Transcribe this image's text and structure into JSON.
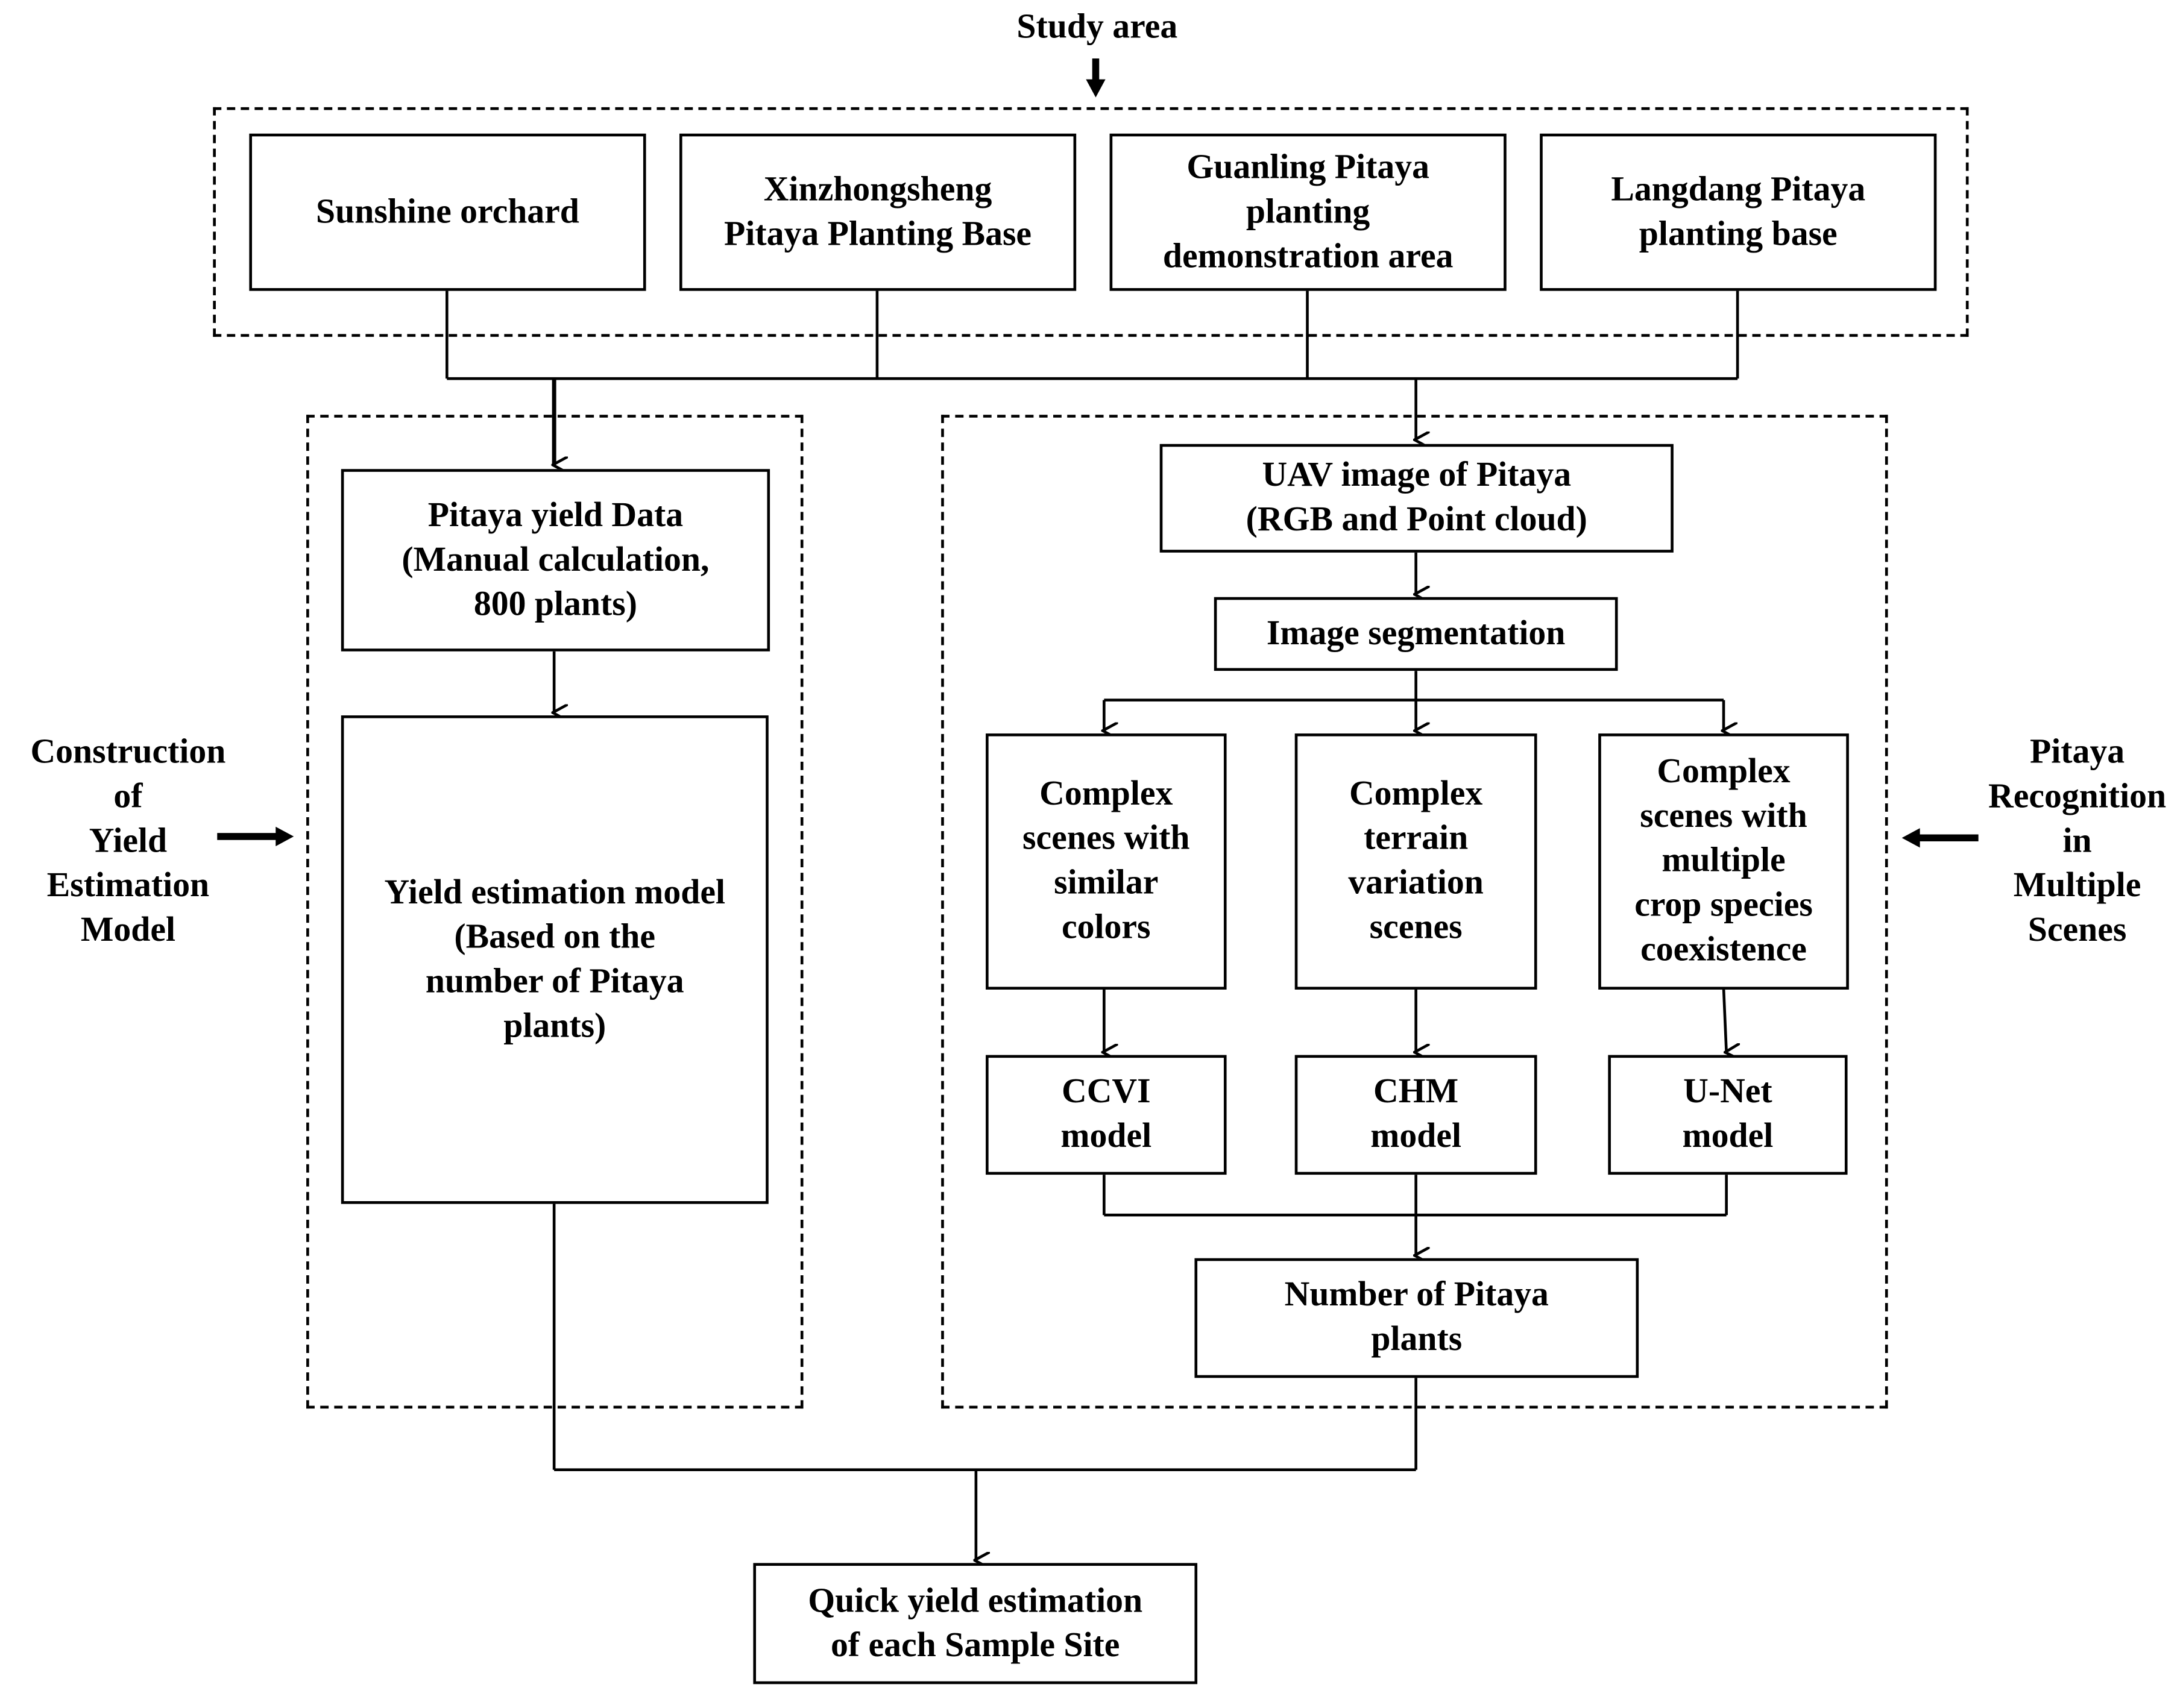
{
  "title": "Study area",
  "study_sites": [
    "Sunshine orchard",
    "Xinzhongsheng\nPitaya Planting Base",
    "Guanling Pitaya\nplanting\ndemonstration area",
    "Langdang Pitaya\nplanting base"
  ],
  "left_branch": {
    "side_label": "Construction\nof\nYield\nEstimation\nModel",
    "yield_data": "Pitaya yield Data\n(Manual calculation,\n800 plants)",
    "yield_model": "Yield estimation model\n(Based on the\nnumber of Pitaya\nplants)"
  },
  "right_branch": {
    "side_label": "Pitaya\nRecognition\nin\nMultiple\nScenes",
    "uav_image": "UAV image of Pitaya\n(RGB and Point cloud)",
    "segmentation": "Image segmentation",
    "scenes": [
      "Complex\nscenes with\nsimilar\ncolors",
      "Complex\nterrain\nvariation\nscenes",
      "Complex\nscenes with\nmultiple\ncrop species\ncoexistence"
    ],
    "models": [
      "CCVI\nmodel",
      "CHM\nmodel",
      "U-Net\nmodel"
    ],
    "plant_count": "Number of Pitaya\nplants"
  },
  "output": "Quick yield estimation\nof each Sample Site"
}
